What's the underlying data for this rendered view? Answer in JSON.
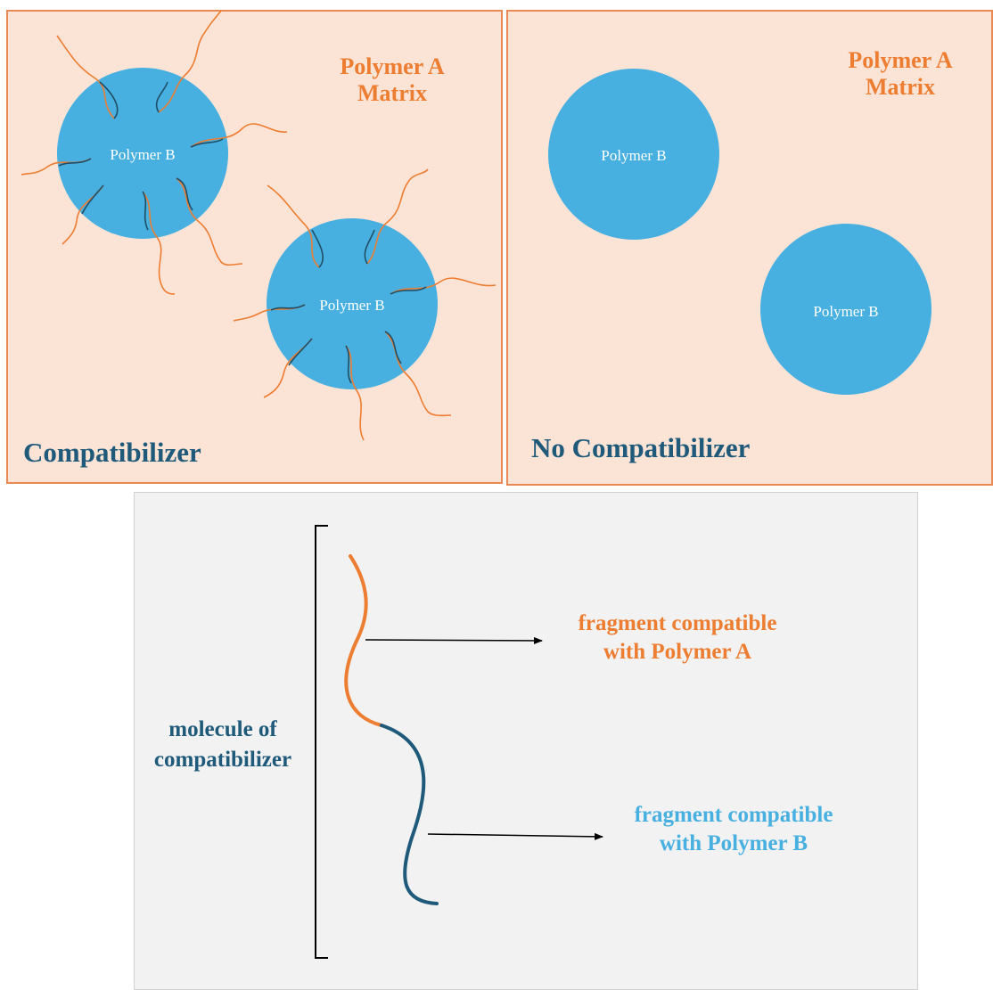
{
  "panels": {
    "left": {
      "matrix_label": [
        "Polymer A",
        "Matrix"
      ],
      "title": "Compatibilizer",
      "particles": [
        "Polymer B",
        "Polymer B"
      ]
    },
    "right": {
      "matrix_label": [
        "Polymer A",
        "Matrix"
      ],
      "title": "No Compatibilizer",
      "particles": [
        "Polymer B",
        "Polymer B"
      ]
    }
  },
  "molecule": {
    "label": [
      "molecule of",
      "compatibilizer"
    ],
    "fragment_a": [
      "fragment compatible",
      "with Polymer A"
    ],
    "fragment_b": [
      "fragment compatible",
      "with Polymer B"
    ]
  },
  "colors": {
    "matrix_fill": "#fbe3d6",
    "panel_border": "#e98a55",
    "polymer_b": "#47b0e0",
    "polymer_a_chain": "#ed7d31",
    "polymer_b_chain": "#1f5a7a",
    "dark_title": "#1f5a7a",
    "fragment_b_text": "#47b0e0"
  }
}
